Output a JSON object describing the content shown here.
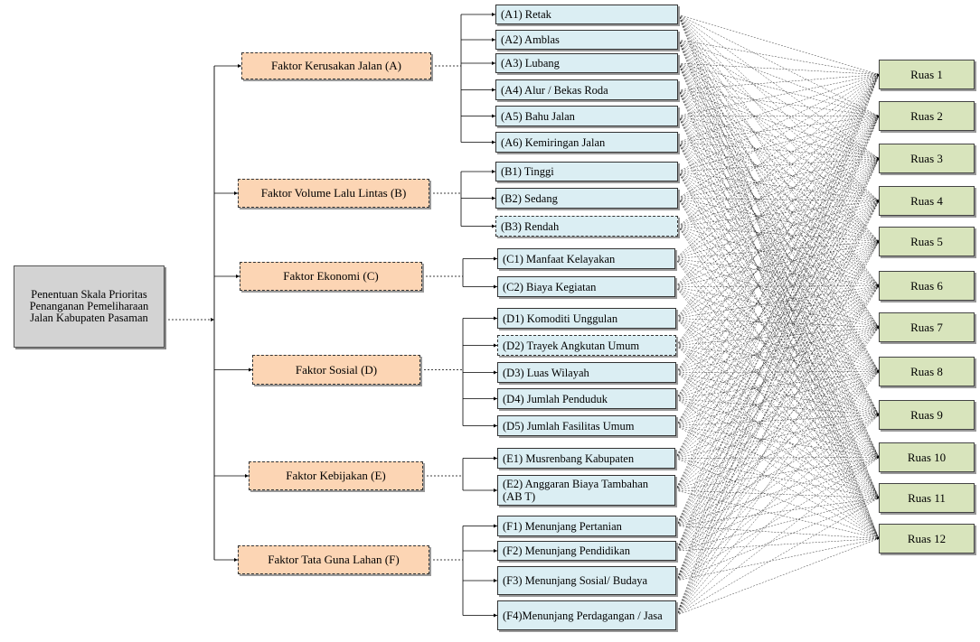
{
  "root_label": "Penentuan Skala Prioritas Penanganan Pemeliharaan Jalan Kabupaten Pasaman",
  "factors": [
    {
      "label": "Faktor Kerusakan Jalan (A)",
      "subs": [
        "(A1) Retak",
        "(A2) Amblas",
        "(A3) Lubang",
        "(A4) Alur / Bekas Roda",
        "(A5) Bahu Jalan",
        "(A6) Kemiringan Jalan"
      ]
    },
    {
      "label": "Faktor Volume Lalu Lintas (B)",
      "subs": [
        "(B1) Tinggi",
        "(B2) Sedang",
        "(B3) Rendah"
      ]
    },
    {
      "label": "Faktor Ekonomi (C)",
      "subs": [
        "(C1) Manfaat Kelayakan",
        "(C2) Biaya Kegiatan"
      ]
    },
    {
      "label": "Faktor Sosial (D)",
      "subs": [
        "(D1) Komoditi Unggulan",
        "(D2) Trayek Angkutan Umum",
        "(D3) Luas Wilayah",
        "(D4) Jumlah Penduduk",
        "(D5) Jumlah Fasilitas Umum"
      ]
    },
    {
      "label": "Faktor Kebijakan (E)",
      "subs": [
        "(E1) Musrenbang Kabupaten",
        "(E2) Anggaran Biaya Tambahan (AB T)"
      ]
    },
    {
      "label": "Faktor Tata Guna Lahan (F)",
      "subs": [
        "(F1) Menunjang Pertanian",
        "(F2) Menunjang Pendidikan",
        "(F3) Menunjang Sosial/ Budaya",
        "(F4)Menunjang Perdagangan / Jasa"
      ]
    }
  ],
  "alternatives": [
    "Ruas 1",
    "Ruas 2",
    "Ruas 3",
    "Ruas 4",
    "Ruas 5",
    "Ruas 6",
    "Ruas 7",
    "Ruas 8",
    "Ruas 9",
    "Ruas 10",
    "Ruas 11",
    "Ruas 12"
  ]
}
